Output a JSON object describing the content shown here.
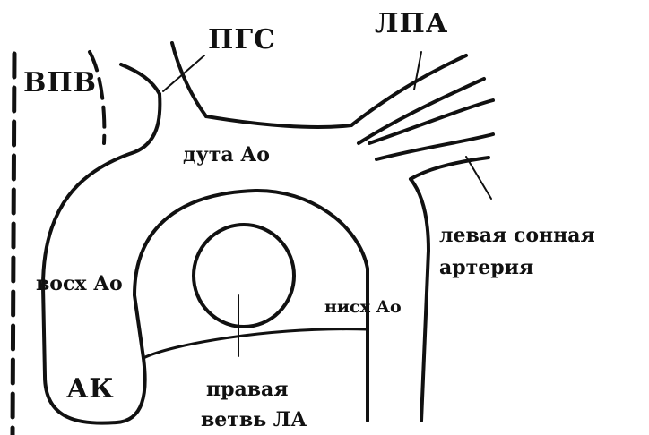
{
  "labels": {
    "vpv": "ВПВ",
    "pgs": "ПГС",
    "lpa": "ЛПА",
    "duga_ao": "дута Ао",
    "left_carotid_line1": "левая сонная",
    "left_carotid_line2": "артерия",
    "vosh_ao": "восх Ао",
    "nish_ao": "нисх Ао",
    "ak": "АК",
    "right_pa_line1": "правая",
    "right_pa_line2": "ветвь ЛА"
  },
  "colors": {
    "ink": "#111111",
    "background": "#ffffff"
  }
}
